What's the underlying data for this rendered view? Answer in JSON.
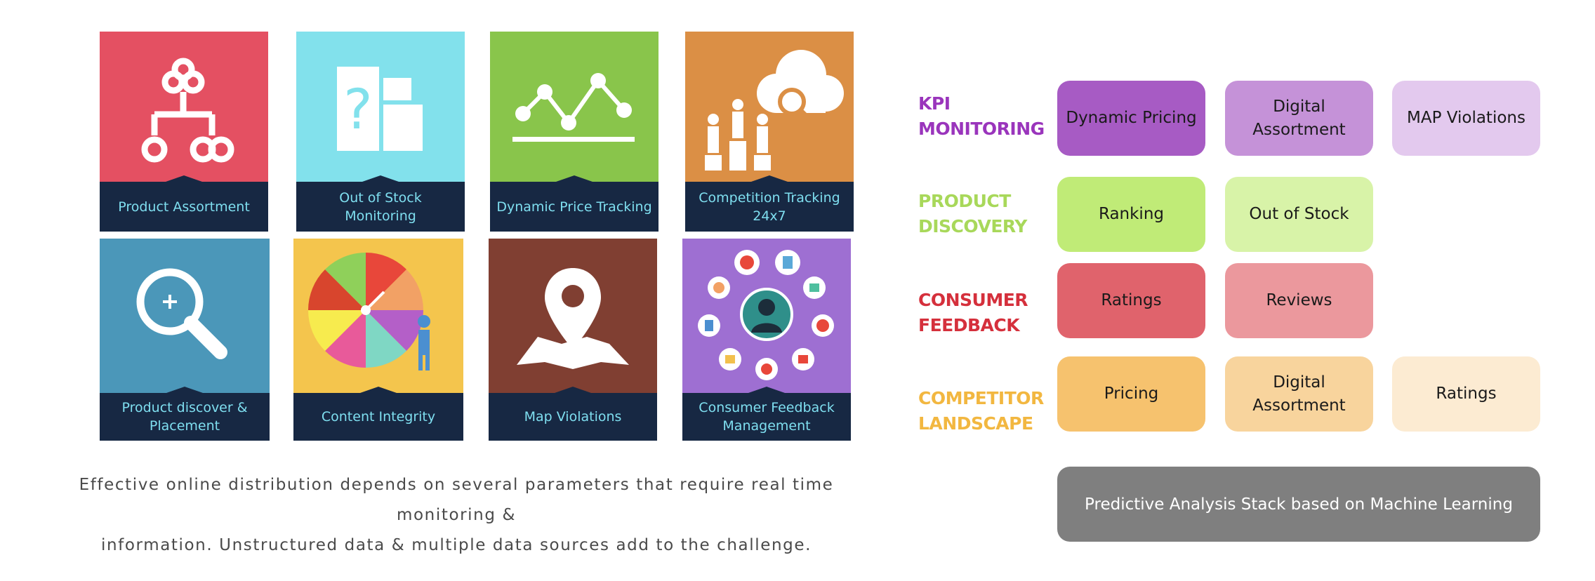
{
  "tiles": [
    {
      "label": "Product  Assortment",
      "bg": "#e45062",
      "icon": "org-chart-icon"
    },
    {
      "label": "Out of Stock Monitoring",
      "bg": "#82e1ec",
      "icon": "question-boxes-icon"
    },
    {
      "label": "Dynamic Price Tracking",
      "bg": "#89c54b",
      "icon": "price-line-icon"
    },
    {
      "label": "Competition Tracking 24x7",
      "bg": "#db8f45",
      "icon": "cloud-podium-icon"
    },
    {
      "label": "Product discover & Placement",
      "bg": "#4b97b9",
      "icon": "magnifier-icon"
    },
    {
      "label": "Content Integrity",
      "bg": "#f4c54d",
      "icon": "color-wheel-icon"
    },
    {
      "label": "Map Violations",
      "bg": "#803f32",
      "icon": "map-pin-icon"
    },
    {
      "label": "Consumer Feedback Management",
      "bg": "#9e6fd2",
      "icon": "feedback-network-icon"
    }
  ],
  "caption": {
    "line1": "Effective online distribution depends on several parameters  that require real time monitoring &",
    "line2": "information. Unstructured data & multiple data sources add to the challenge."
  },
  "groups": [
    {
      "label": "KPI MONITORING",
      "color": "#9a35bc",
      "items": [
        {
          "text": "Dynamic Pricing",
          "bg": "#a75bc4"
        },
        {
          "text": "Digital Assortment",
          "bg": "#c592d8"
        },
        {
          "text": "MAP Violations",
          "bg": "#e3c9ee"
        }
      ]
    },
    {
      "label": "PRODUCT DISCOVERY",
      "color": "#a8d85a",
      "items": [
        {
          "text": "Ranking",
          "bg": "#c0eb77"
        },
        {
          "text": "Out of Stock",
          "bg": "#d8f3a8"
        }
      ]
    },
    {
      "label": "CONSUMER FEEDBACK",
      "color": "#d5303c",
      "items": [
        {
          "text": "Ratings",
          "bg": "#e0636c"
        },
        {
          "text": "Reviews",
          "bg": "#eb989d"
        }
      ]
    },
    {
      "label": "COMPETITOR LANDSCAPE",
      "color": "#f2b740",
      "items": [
        {
          "text": "Pricing",
          "bg": "#f6c26e"
        },
        {
          "text": "Digital Assortment",
          "bg": "#f8d49d"
        },
        {
          "text": "Ratings",
          "bg": "#fcebd2"
        }
      ]
    }
  ],
  "stack": {
    "label": "Predictive Analysis Stack based on Machine Learning",
    "bg": "#7f7f7f"
  }
}
